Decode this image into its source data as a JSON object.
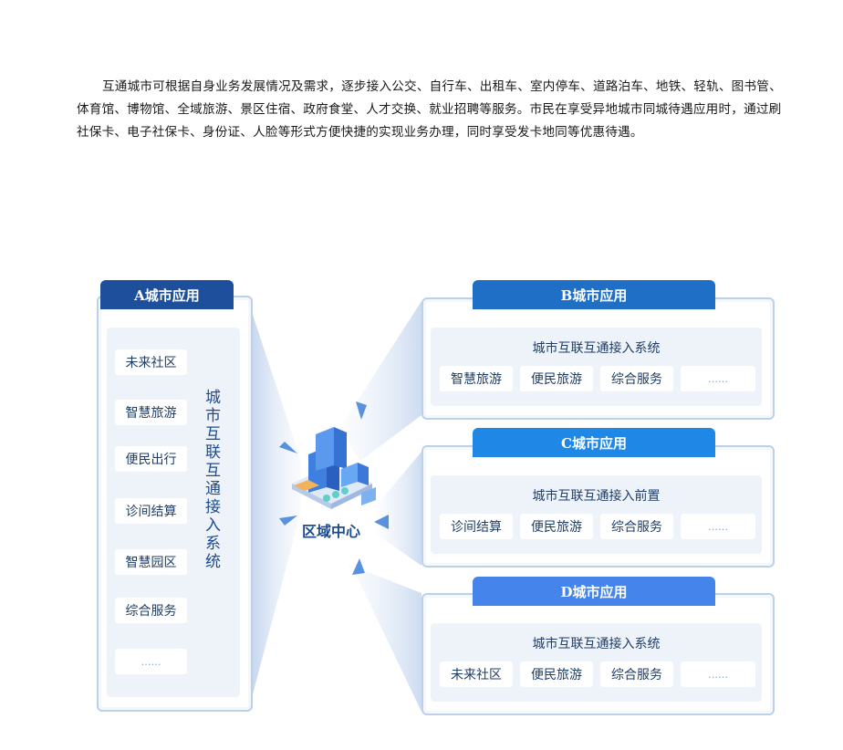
{
  "paragraph": "互通城市可根据自身业务发展情况及需求，逐步接入公交、自行车、出租车、室内停车、道路泊车、地铁、轻轨、图书管、体育馆、博物馆、全域旅游、景区住宿、政府食堂、人才交换、就业招聘等服务。市民在享受异地城市同城待遇应用时，通过刷社保卡、电子社保卡、身份证、人脸等形式方便快捷的实现业务办理，同时享受发卡地同等优惠待遇。",
  "center": {
    "label": "区域中心"
  },
  "panel_a": {
    "title": "A城市应用",
    "vertical_label": "城市互联互通接入系统",
    "items": [
      "未来社区",
      "智慧旅游",
      "便民出行",
      "诊间结算",
      "智慧园区",
      "综合服务",
      "……"
    ]
  },
  "panel_b": {
    "title": "B城市应用",
    "subtitle": "城市互联互通接入系统",
    "items": [
      "智慧旅游",
      "便民旅游",
      "综合服务",
      "……"
    ]
  },
  "panel_c": {
    "title": "C城市应用",
    "subtitle": "城市互联互通接入前置",
    "items": [
      "诊间结算",
      "便民旅游",
      "综合服务",
      "……"
    ]
  },
  "panel_d": {
    "title": "D城市应用",
    "subtitle": "城市互联互通接入系统",
    "items": [
      "未来社区",
      "便民旅游",
      "综合服务",
      "……"
    ]
  },
  "colors": {
    "header_dark": "#1e4f9c",
    "header_mid": "#1f77d0",
    "header_light": "#3b82e6",
    "text": "#1f3d66"
  }
}
